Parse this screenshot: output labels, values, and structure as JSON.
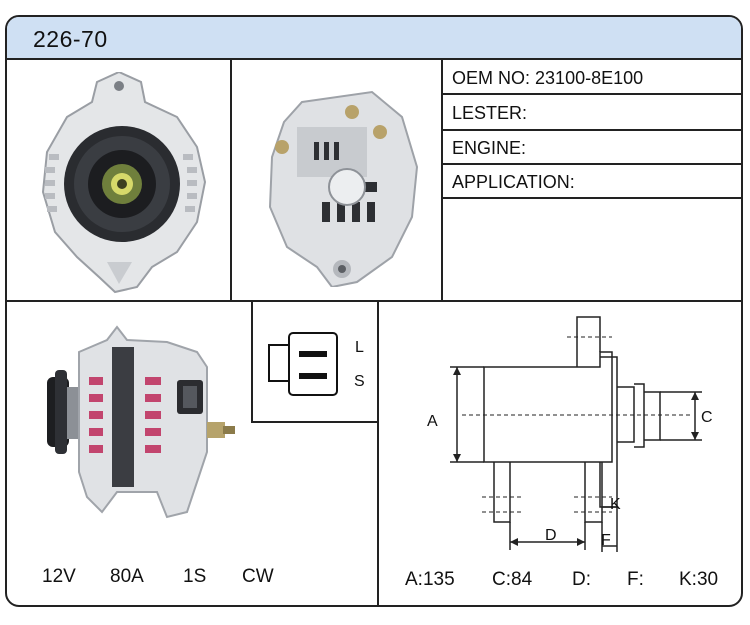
{
  "part_number": "226-70",
  "specs": {
    "oem_label": "OEM NO:",
    "oem_value": "23100-8E100",
    "lester_label": "LESTER:",
    "lester_value": "",
    "engine_label": "ENGINE:",
    "engine_value": "",
    "application_label": "APPLICATION:",
    "application_value": ""
  },
  "connector": {
    "terminal_l": "L",
    "terminal_s": "S"
  },
  "electrical": {
    "voltage": "12V",
    "amperage": "80A",
    "pulley": "1S",
    "rotation": "CW"
  },
  "diagram_labels": {
    "a": "A",
    "c": "C",
    "d": "D",
    "f": "F",
    "k": "K"
  },
  "dimensions": {
    "a": "A:135",
    "c": "C:84",
    "d": "D:",
    "f": "F:",
    "k": "K:30"
  }
}
